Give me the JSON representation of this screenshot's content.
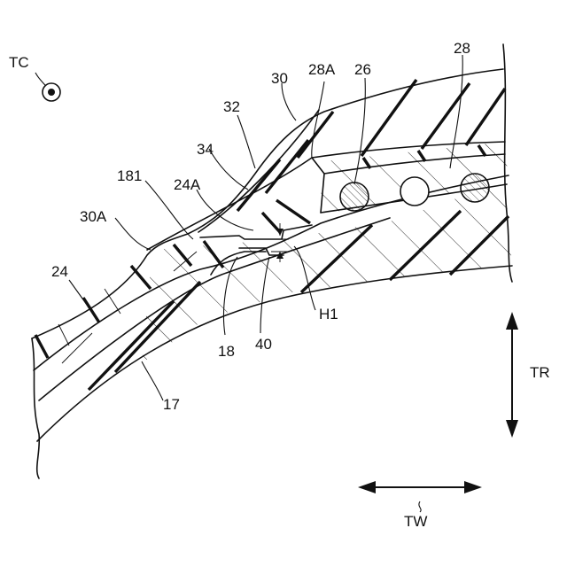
{
  "labels": {
    "tc": "TC",
    "n30": "30",
    "n28a": "28A",
    "n26": "26",
    "n28": "28",
    "n32": "32",
    "n34": "34",
    "n181": "181",
    "n24a": "24A",
    "n30a": "30A",
    "n24": "24",
    "h1": "H1",
    "n18": "18",
    "n40": "40",
    "n17": "17",
    "tr": "TR",
    "tw": "TW"
  },
  "colors": {
    "line": "#111111",
    "background": "#ffffff"
  }
}
